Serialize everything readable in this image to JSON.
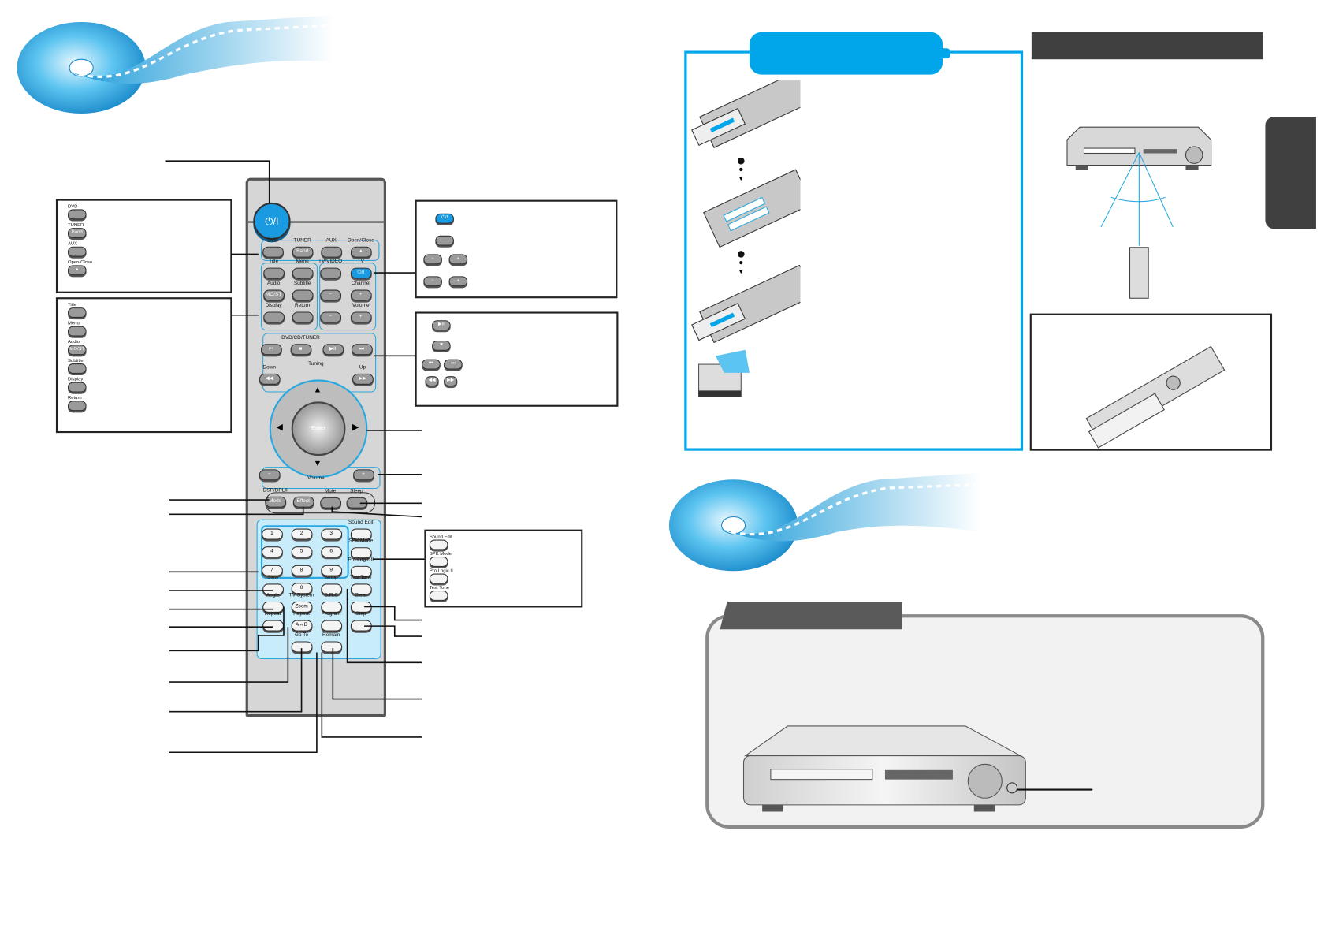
{
  "remote": {
    "power": "⏻/I",
    "dvd": "DVD",
    "tuner": "TUNER",
    "band": "Band",
    "aux": "AUX",
    "open_close": "Open/Close",
    "eject": "▲",
    "title": "Title",
    "menu": "Menu",
    "tv_video": "TV/VIDEO",
    "tv": "TV",
    "tv_power": "⏻/I",
    "audio": "Audio",
    "mo_st": "MO/ST",
    "subtitle": "Subtitle",
    "channel": "Channel",
    "display": "Display",
    "return": "Return",
    "volume": "Volume",
    "minus": "−",
    "plus": "+",
    "dvd_cd_tuner": "DVD/CD/TUNER",
    "prev": "⏮",
    "stop": "■",
    "play_pause": "▶II",
    "next": "⏭",
    "tuning": "Tuning",
    "down": "Down",
    "up": "Up",
    "rew": "◀◀",
    "ff": "▶▶",
    "enter": "Enter",
    "nav_up": "▲",
    "nav_down": "▼",
    "nav_left": "◀",
    "nav_right": "▶",
    "dsp": "DSP/DPLII",
    "mode": "Mode",
    "effect": "Effect",
    "mute": "Mute",
    "sleep": "Sleep",
    "d1": "1",
    "d2": "2",
    "d3": "3",
    "d4": "4",
    "d5": "5",
    "d6": "6",
    "d7": "7",
    "d8": "8",
    "d9": "9",
    "d0": "0",
    "sound_edit": "Sound Edit",
    "spk_mode": "SPK Mode",
    "pro_logic": "Pro Logic II",
    "test_tone": "Test Tone",
    "slow": "Slow",
    "setup": "Setup",
    "angle": "Angle",
    "tv_system": "TV System",
    "zoom": "Zoom",
    "drc": "D.R.C",
    "clear": "Clear",
    "repeat": "Repeat",
    "repeat_ab": "Repeat",
    "ab": "A↔B",
    "program": "Program",
    "step": "Step",
    "go_to": "Go To",
    "remain": "Remain"
  },
  "colors": {
    "accent": "#00a6e9",
    "dark_header": "#404040",
    "tab_gray": "#5a5a5a"
  }
}
